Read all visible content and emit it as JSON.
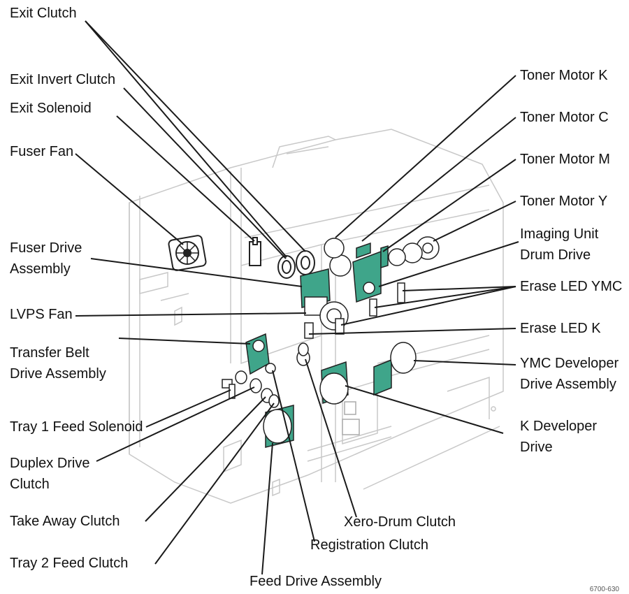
{
  "labels": {
    "exit_clutch": "Exit Clutch",
    "exit_invert_clutch": "Exit Invert Clutch",
    "exit_solenoid": "Exit Solenoid",
    "fuser_fan": "Fuser Fan",
    "fuser_drive_1": "Fuser Drive",
    "fuser_drive_2": "Assembly",
    "lvps_fan": "LVPS Fan",
    "transfer_belt_1": "Transfer Belt",
    "transfer_belt_2": "Drive Assembly",
    "tray1_feed_solenoid": "Tray 1 Feed Solenoid",
    "duplex_1": "Duplex Drive",
    "duplex_2": "Clutch",
    "take_away_clutch": "Take Away Clutch",
    "tray2_feed_clutch": "Tray 2 Feed Clutch",
    "feed_drive_assembly": "Feed Drive Assembly",
    "registration_clutch": "Registration Clutch",
    "xero_drum_clutch": "Xero-Drum Clutch",
    "toner_motor_k": "Toner Motor K",
    "toner_motor_c": "Toner Motor C",
    "toner_motor_m": "Toner Motor M",
    "toner_motor_y": "Toner Motor Y",
    "imaging_1": "Imaging Unit",
    "imaging_2": "Drum Drive",
    "erase_led_ymc": "Erase LED YMC",
    "erase_led_k": "Erase LED K",
    "ymc_dev_1": "YMC Developer",
    "ymc_dev_2": "Drive Assembly",
    "k_dev_1": "K Developer",
    "k_dev_2": "Drive"
  },
  "figure_ref": "6700-630",
  "colors": {
    "highlight": "#3fa58a",
    "outline": "#c8c8c8",
    "line": "#1a1a1a"
  }
}
